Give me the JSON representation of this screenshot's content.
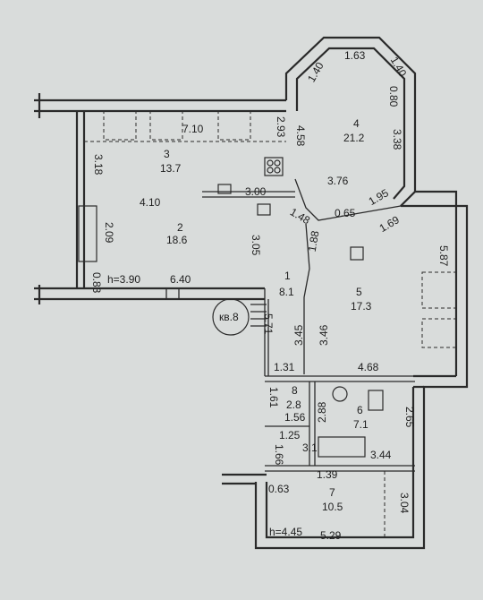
{
  "rooms": [
    {
      "number": "1",
      "area": "8.1"
    },
    {
      "number": "2",
      "area": "18.6"
    },
    {
      "number": "3",
      "area": "13.7"
    },
    {
      "number": "4",
      "area": "21.2"
    },
    {
      "number": "5",
      "area": "17.3"
    },
    {
      "number": "6",
      "area": "7.1"
    },
    {
      "number": "7",
      "area": "10.5"
    },
    {
      "number": "8",
      "area": "2.8"
    }
  ],
  "apartment_label": "кв.8",
  "heights": {
    "top": "h=3.90",
    "bottom": "h=4.45"
  },
  "dims": [
    "1.63",
    "1.40",
    "1.40",
    "0.80",
    "3.38",
    "4.58",
    "2.93",
    "7.10",
    "3.18",
    "4.10",
    "3.00",
    "3.76",
    "1.95",
    "0.65",
    "1.48",
    "1.69",
    "1.88",
    "2.09",
    "0.83",
    "6.40",
    "3.05",
    "5.87",
    "5.71",
    "3.45",
    "3.46",
    "1.31",
    "4.68",
    "1.61",
    "2.88",
    "1.56",
    "1.25",
    "3.44",
    "2.65",
    "1.66",
    "1.39",
    "0.63",
    "3.04",
    "5.29",
    "3.1"
  ]
}
